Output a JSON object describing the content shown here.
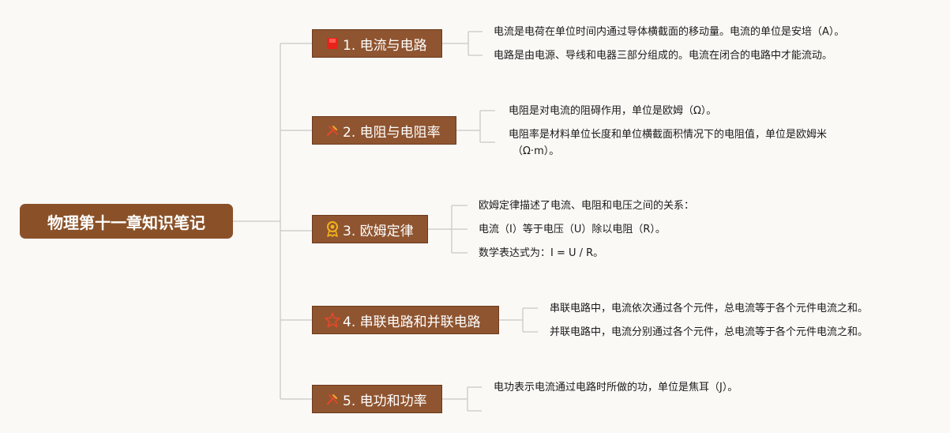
{
  "root": {
    "title": "物理第十一章知识笔记"
  },
  "topics": [
    {
      "label": "1. 电流与电路",
      "icon": "red-square-icon",
      "items": [
        "电流是电荷在单位时间内通过导体横截面的移动量。电流的单位是安培（A）。",
        "电路是由电源、导线和电器三部分组成的。电流在闭合的电路中才能流动。"
      ]
    },
    {
      "label": "2. 电阻与电阻率",
      "icon": "tools-icon",
      "items": [
        "电阻是对电流的阻碍作用，单位是欧姆（Ω）。",
        "电阻率是材料单位长度和单位横截面积情况下的电阻值，单位是欧姆米",
        "（Ω·m）。"
      ]
    },
    {
      "label": "3. 欧姆定律",
      "icon": "medal-icon",
      "items": [
        "欧姆定律描述了电流、电阻和电压之间的关系：",
        "电流（I）等于电压（U）除以电阻（R）。",
        "数学表达式为：I = U / R。"
      ]
    },
    {
      "label": "4. 串联电路和并联电路",
      "icon": "star-outline-icon",
      "items": [
        "串联电路中，电流依次通过各个元件，总电流等于各个元件电流之和。",
        "并联电路中，电流分别通过各个元件，总电流等于各个元件电流之和。"
      ]
    },
    {
      "label": "5. 电功和功率",
      "icon": "tools-icon",
      "items": [
        "电功表示电流通过电路时所做的功，单位是焦耳（J）。"
      ]
    }
  ],
  "colors": {
    "root_fill": "#8a5128",
    "topic_fill": "#8f5530",
    "connector": "#cfcfcf",
    "background": "#fbf9f6"
  }
}
